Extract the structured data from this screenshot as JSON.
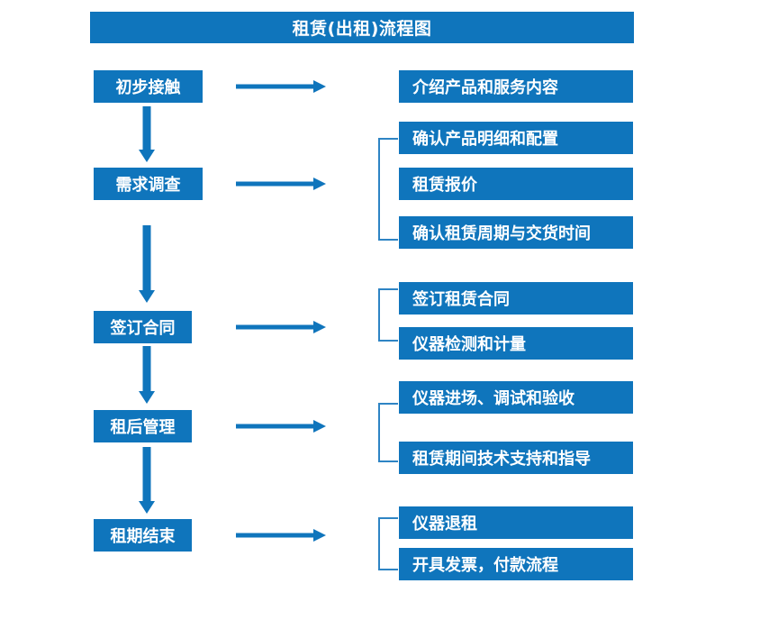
{
  "diagram": {
    "title": "租赁(出租)流程图",
    "colors": {
      "box_fill": "#0F75BC",
      "box_text": "#FFFFFF",
      "arrow": "#0F75BC",
      "bracket": "#2E84C4",
      "background": "#FFFFFF"
    },
    "stages": [
      {
        "label": "初步接触"
      },
      {
        "label": "需求调查"
      },
      {
        "label": "签订合同"
      },
      {
        "label": "租后管理"
      },
      {
        "label": "租期结束"
      }
    ],
    "details": [
      {
        "label": "介绍产品和服务内容"
      },
      {
        "label": "确认产品明细和配置"
      },
      {
        "label": "租赁报价"
      },
      {
        "label": "确认租赁周期与交货时间"
      },
      {
        "label": "签订租赁合同"
      },
      {
        "label": "仪器检测和计量"
      },
      {
        "label": "仪器进场、调试和验收"
      },
      {
        "label": "租赁期间技术支持和指导"
      },
      {
        "label": "仪器退租"
      },
      {
        "label": "开具发票，付款流程"
      }
    ],
    "icons": {
      "down_arrow": "down-arrow-icon",
      "right_arrow": "right-arrow-icon",
      "bracket": "bracket-connector-icon"
    }
  }
}
